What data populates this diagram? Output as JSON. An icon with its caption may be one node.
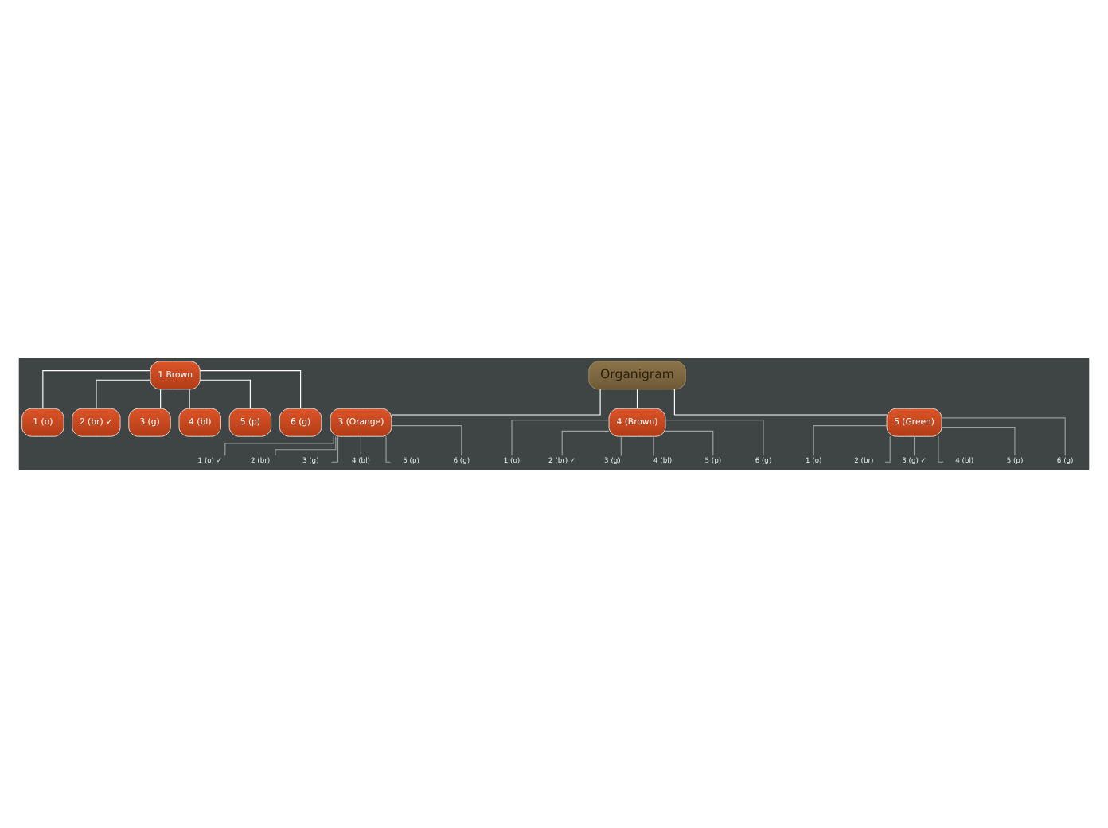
{
  "diagram": {
    "nodes": [
      {
        "text": [
          "1 Brown"
        ]
      },
      {
        "text": [
          "1 (o)"
        ]
      },
      {
        "text": [
          "2 (br) ✓"
        ]
      },
      {
        "text": [
          "3 (g)"
        ]
      },
      {
        "text": [
          "4 (bl)"
        ]
      },
      {
        "text": [
          "5 (p)"
        ]
      },
      {
        "text": [
          "6 (g)"
        ]
      },
      {
        "text": [
          "Organigram"
        ]
      },
      {
        "text": [
          "3 (Orange)"
        ]
      },
      {
        "text": [
          "1 (o) ✓"
        ]
      },
      {
        "text": [
          "2 (br)"
        ]
      },
      {
        "text": [
          "3 (g)"
        ]
      },
      {
        "text": [
          "4 (bl)"
        ]
      },
      {
        "text": [
          "5 (p)"
        ]
      },
      {
        "text": [
          "6 (g)"
        ]
      },
      {
        "text": [
          "4 (Brown)"
        ]
      },
      {
        "text": [
          "1 (o)"
        ]
      },
      {
        "text": [
          "2 (br) ✓"
        ]
      },
      {
        "text": [
          "3 (g)"
        ]
      },
      {
        "text": [
          "4 (bl)"
        ]
      },
      {
        "text": [
          "5 (p)"
        ]
      },
      {
        "text": [
          "6 (g)"
        ]
      },
      {
        "text": [
          "5 (Green)"
        ]
      },
      {
        "text": [
          "1 (o)"
        ]
      },
      {
        "text": [
          "2 (br)"
        ]
      },
      {
        "text": [
          "3 (g) ✓"
        ]
      },
      {
        "text": [
          "4 (bl)"
        ]
      },
      {
        "text": [
          "5 (p)"
        ]
      },
      {
        "text": [
          "6 (g)"
        ]
      }
    ],
    "edges": [
      {
        "from": 0,
        "to": 1,
        "arrow": "none",
        "color": "#ffffff"
      },
      {
        "from": 0,
        "to": 2,
        "arrow": "none",
        "color": "#ffffff"
      },
      {
        "from": 0,
        "to": 3,
        "arrow": "none",
        "color": "#ffffff"
      },
      {
        "from": 0,
        "to": 4,
        "arrow": "none",
        "color": "#ffffff"
      },
      {
        "from": 0,
        "to": 5,
        "arrow": "none",
        "color": "#ffffff"
      },
      {
        "from": 0,
        "to": 6,
        "arrow": "none",
        "color": "#ffffff"
      },
      {
        "from": 7,
        "to": 8,
        "arrow": "none",
        "color": "#ffffff"
      },
      {
        "from": 7,
        "to": 15,
        "arrow": "none",
        "color": "#ffffff"
      },
      {
        "from": 7,
        "to": 22,
        "arrow": "none",
        "color": "#ffffff"
      },
      {
        "from": 8,
        "to": 9,
        "arrow": "none"
      },
      {
        "from": 8,
        "to": 10,
        "arrow": "none"
      },
      {
        "from": 8,
        "to": 11,
        "arrow": "none"
      },
      {
        "from": 8,
        "to": 12,
        "arrow": "none"
      },
      {
        "from": 8,
        "to": 13,
        "arrow": "none"
      },
      {
        "from": 8,
        "to": 14,
        "arrow": "none"
      },
      {
        "from": 15,
        "to": 16,
        "arrow": "none"
      },
      {
        "from": 15,
        "to": 17,
        "arrow": "none"
      },
      {
        "from": 15,
        "to": 18,
        "arrow": "none"
      },
      {
        "from": 15,
        "to": 19,
        "arrow": "none"
      },
      {
        "from": 15,
        "to": 20,
        "arrow": "none"
      },
      {
        "from": 15,
        "to": 21,
        "arrow": "none"
      },
      {
        "from": 22,
        "to": 23,
        "arrow": "none"
      },
      {
        "from": 22,
        "to": 24,
        "arrow": "none"
      },
      {
        "from": 22,
        "to": 25,
        "arrow": "none"
      },
      {
        "from": 22,
        "to": 26,
        "arrow": "none"
      },
      {
        "from": 22,
        "to": 27,
        "arrow": "none"
      },
      {
        "from": 22,
        "to": 28,
        "arrow": "none"
      }
    ]
  }
}
